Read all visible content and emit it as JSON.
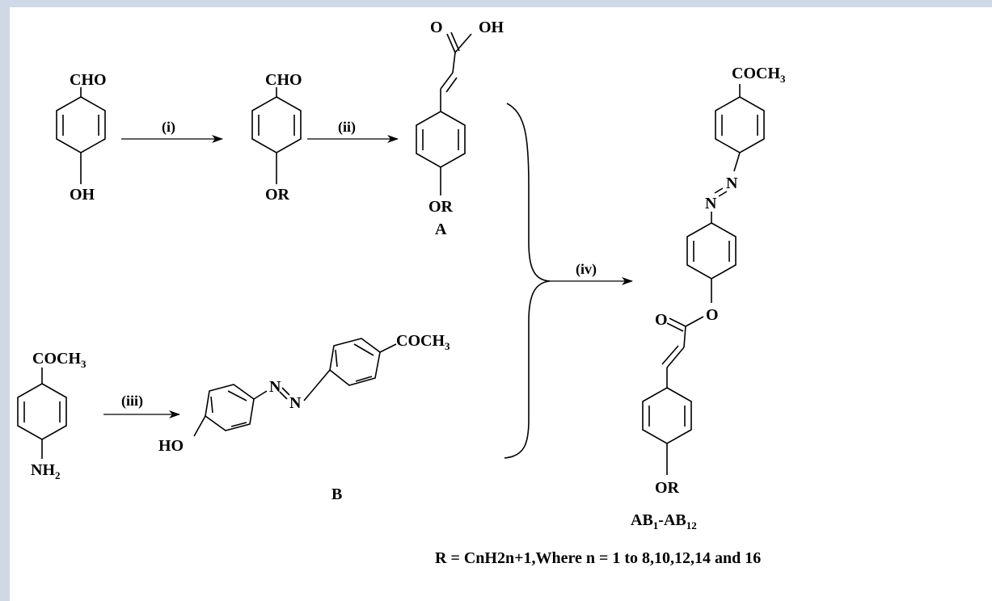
{
  "labels": {
    "m1_top": "CHO",
    "m1_bottom": "OH",
    "m2_top": "CHO",
    "m2_bottom": "OR",
    "a_top": "O",
    "a_oh": "OH",
    "a_bottom": "OR",
    "a_name": "A",
    "m4_top": "COCH",
    "m4_top_sub": "3",
    "m4_bottom": "NH",
    "m4_bottom_sub": "2",
    "b_ho": "HO",
    "b_n1": "N",
    "b_n2": "N",
    "b_top": "COCH",
    "b_top_sub": "3",
    "b_name": "B",
    "p_top": "COCH",
    "p_top_sub": "3",
    "p_n1": "N",
    "p_n2": "N",
    "p_o_ester": "O",
    "p_o_carbonyl": "O",
    "p_bottom": "OR",
    "p_name_1": "AB",
    "p_name_sub1": "1",
    "p_name_dash": "-AB",
    "p_name_sub2": "12"
  },
  "steps": [
    "(i)",
    "(ii)",
    "(iii)",
    "(iv)"
  ],
  "footnote": "R = CnH2n+1,Where  n = 1 to 8,10,12,14 and 16",
  "colors": {
    "frame": "#cfd8e6",
    "background": "#ffffff",
    "ink": "#000000"
  }
}
